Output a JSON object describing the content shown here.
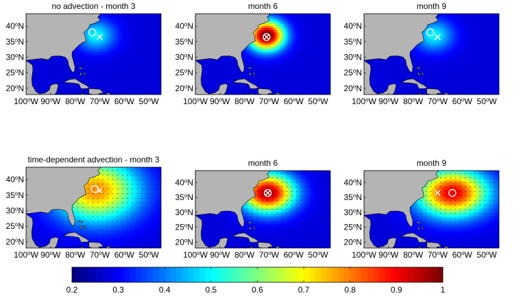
{
  "chart_data": [
    {
      "type": "heatmap",
      "title": "no advection - month 3",
      "ytick_labels": [
        "20oN",
        "25oN",
        "30oN",
        "35oN",
        "40oN"
      ],
      "xtick_labels": [
        "100oW",
        "90oW",
        "80oW",
        "70oW",
        "60oW",
        "50oW"
      ],
      "xlim": [
        -100,
        -45
      ],
      "ylim": [
        18,
        44
      ],
      "blob": {
        "lon": -71.5,
        "lat": 37.0,
        "peak": 0.26,
        "sx": 5.5,
        "sy": 3.5
      },
      "markers": {
        "circle": [
          -73,
          38
        ],
        "cross": [
          -70,
          36.5
        ]
      },
      "arrows": false
    },
    {
      "type": "heatmap",
      "title": "month 6",
      "ytick_labels": [
        "20oN",
        "25oN",
        "30oN",
        "35oN",
        "40oN"
      ],
      "xtick_labels": [
        "100oW",
        "90oW",
        "80oW",
        "70oW",
        "60oW",
        "50oW"
      ],
      "xlim": [
        -100,
        -45
      ],
      "ylim": [
        18,
        44
      ],
      "blob": {
        "lon": -71.0,
        "lat": 37.0,
        "peak": 0.9,
        "sx": 5.0,
        "sy": 3.3
      },
      "markers": {
        "circle": [
          -71,
          36.5
        ],
        "cross": [
          -71,
          36.5
        ]
      },
      "arrows": false
    },
    {
      "type": "heatmap",
      "title": "month 9",
      "ytick_labels": [
        "20oN",
        "25oN",
        "30oN",
        "35oN",
        "40oN"
      ],
      "xtick_labels": [
        "100oW",
        "90oW",
        "80oW",
        "70oW",
        "60oW",
        "50oW"
      ],
      "xlim": [
        -100,
        -45
      ],
      "ylim": [
        18,
        44
      ],
      "blob": {
        "lon": -71.5,
        "lat": 37.0,
        "peak": 0.26,
        "sx": 5.5,
        "sy": 3.5
      },
      "markers": {
        "circle": [
          -73,
          38
        ],
        "cross": [
          -70,
          36.5
        ]
      },
      "arrows": false
    },
    {
      "type": "heatmap",
      "title": "time-dependent advection - month 3",
      "ytick_labels": [
        "20oN",
        "25oN",
        "30oN",
        "35oN",
        "40oN"
      ],
      "xtick_labels": [
        "100oW",
        "90oW",
        "80oW",
        "70oW",
        "60oW",
        "50oW"
      ],
      "xlim": [
        -100,
        -45
      ],
      "ylim": [
        18,
        44
      ],
      "blob": {
        "lon": -71.5,
        "lat": 36.5,
        "peak": 0.6,
        "sx": 12.0,
        "sy": 7.0
      },
      "markers": {
        "circle": [
          -72,
          37
        ],
        "cross": [
          -70,
          36.5
        ]
      },
      "arrows": true
    },
    {
      "type": "heatmap",
      "title": "month 6",
      "ytick_labels": [
        "20oN",
        "25oN",
        "30oN",
        "35oN",
        "40oN"
      ],
      "xtick_labels": [
        "100oW",
        "90oW",
        "80oW",
        "70oW",
        "60oW",
        "50oW"
      ],
      "xlim": [
        -100,
        -45
      ],
      "ylim": [
        18,
        44
      ],
      "blob": {
        "lon": -70.5,
        "lat": 36.5,
        "peak": 0.82,
        "sx": 7.5,
        "sy": 4.5
      },
      "markers": {
        "circle": [
          -70.5,
          36.5
        ],
        "cross": [
          -70.5,
          36.5
        ]
      },
      "arrows": true
    },
    {
      "type": "heatmap",
      "title": "month 9",
      "ytick_labels": [
        "20oN",
        "25oN",
        "30oN",
        "35oN",
        "40oN"
      ],
      "xtick_labels": [
        "100oW",
        "90oW",
        "80oW",
        "70oW",
        "60oW",
        "50oW"
      ],
      "xlim": [
        -100,
        -45
      ],
      "ylim": [
        18,
        44
      ],
      "blob": {
        "lon": -64.0,
        "lat": 36.5,
        "peak": 0.75,
        "sx": 10.0,
        "sy": 5.5
      },
      "markers": {
        "circle": [
          -64,
          36.5
        ],
        "cross": [
          -70,
          36.5
        ]
      },
      "arrows": true
    }
  ],
  "colorbar": {
    "min": 0.2,
    "max": 1.0,
    "ticks": [
      0.2,
      0.3,
      0.4,
      0.5,
      0.6,
      0.7,
      0.8,
      0.9,
      1.0
    ],
    "tick_labels": [
      "0.2",
      "0.3",
      "0.4",
      "0.5",
      "0.6",
      "0.7",
      "0.8",
      "0.9",
      "1"
    ],
    "colormap": "jet"
  },
  "colors": {
    "land": "#b4b4b4",
    "marker": "#ffffff",
    "arrow": "#000000"
  }
}
